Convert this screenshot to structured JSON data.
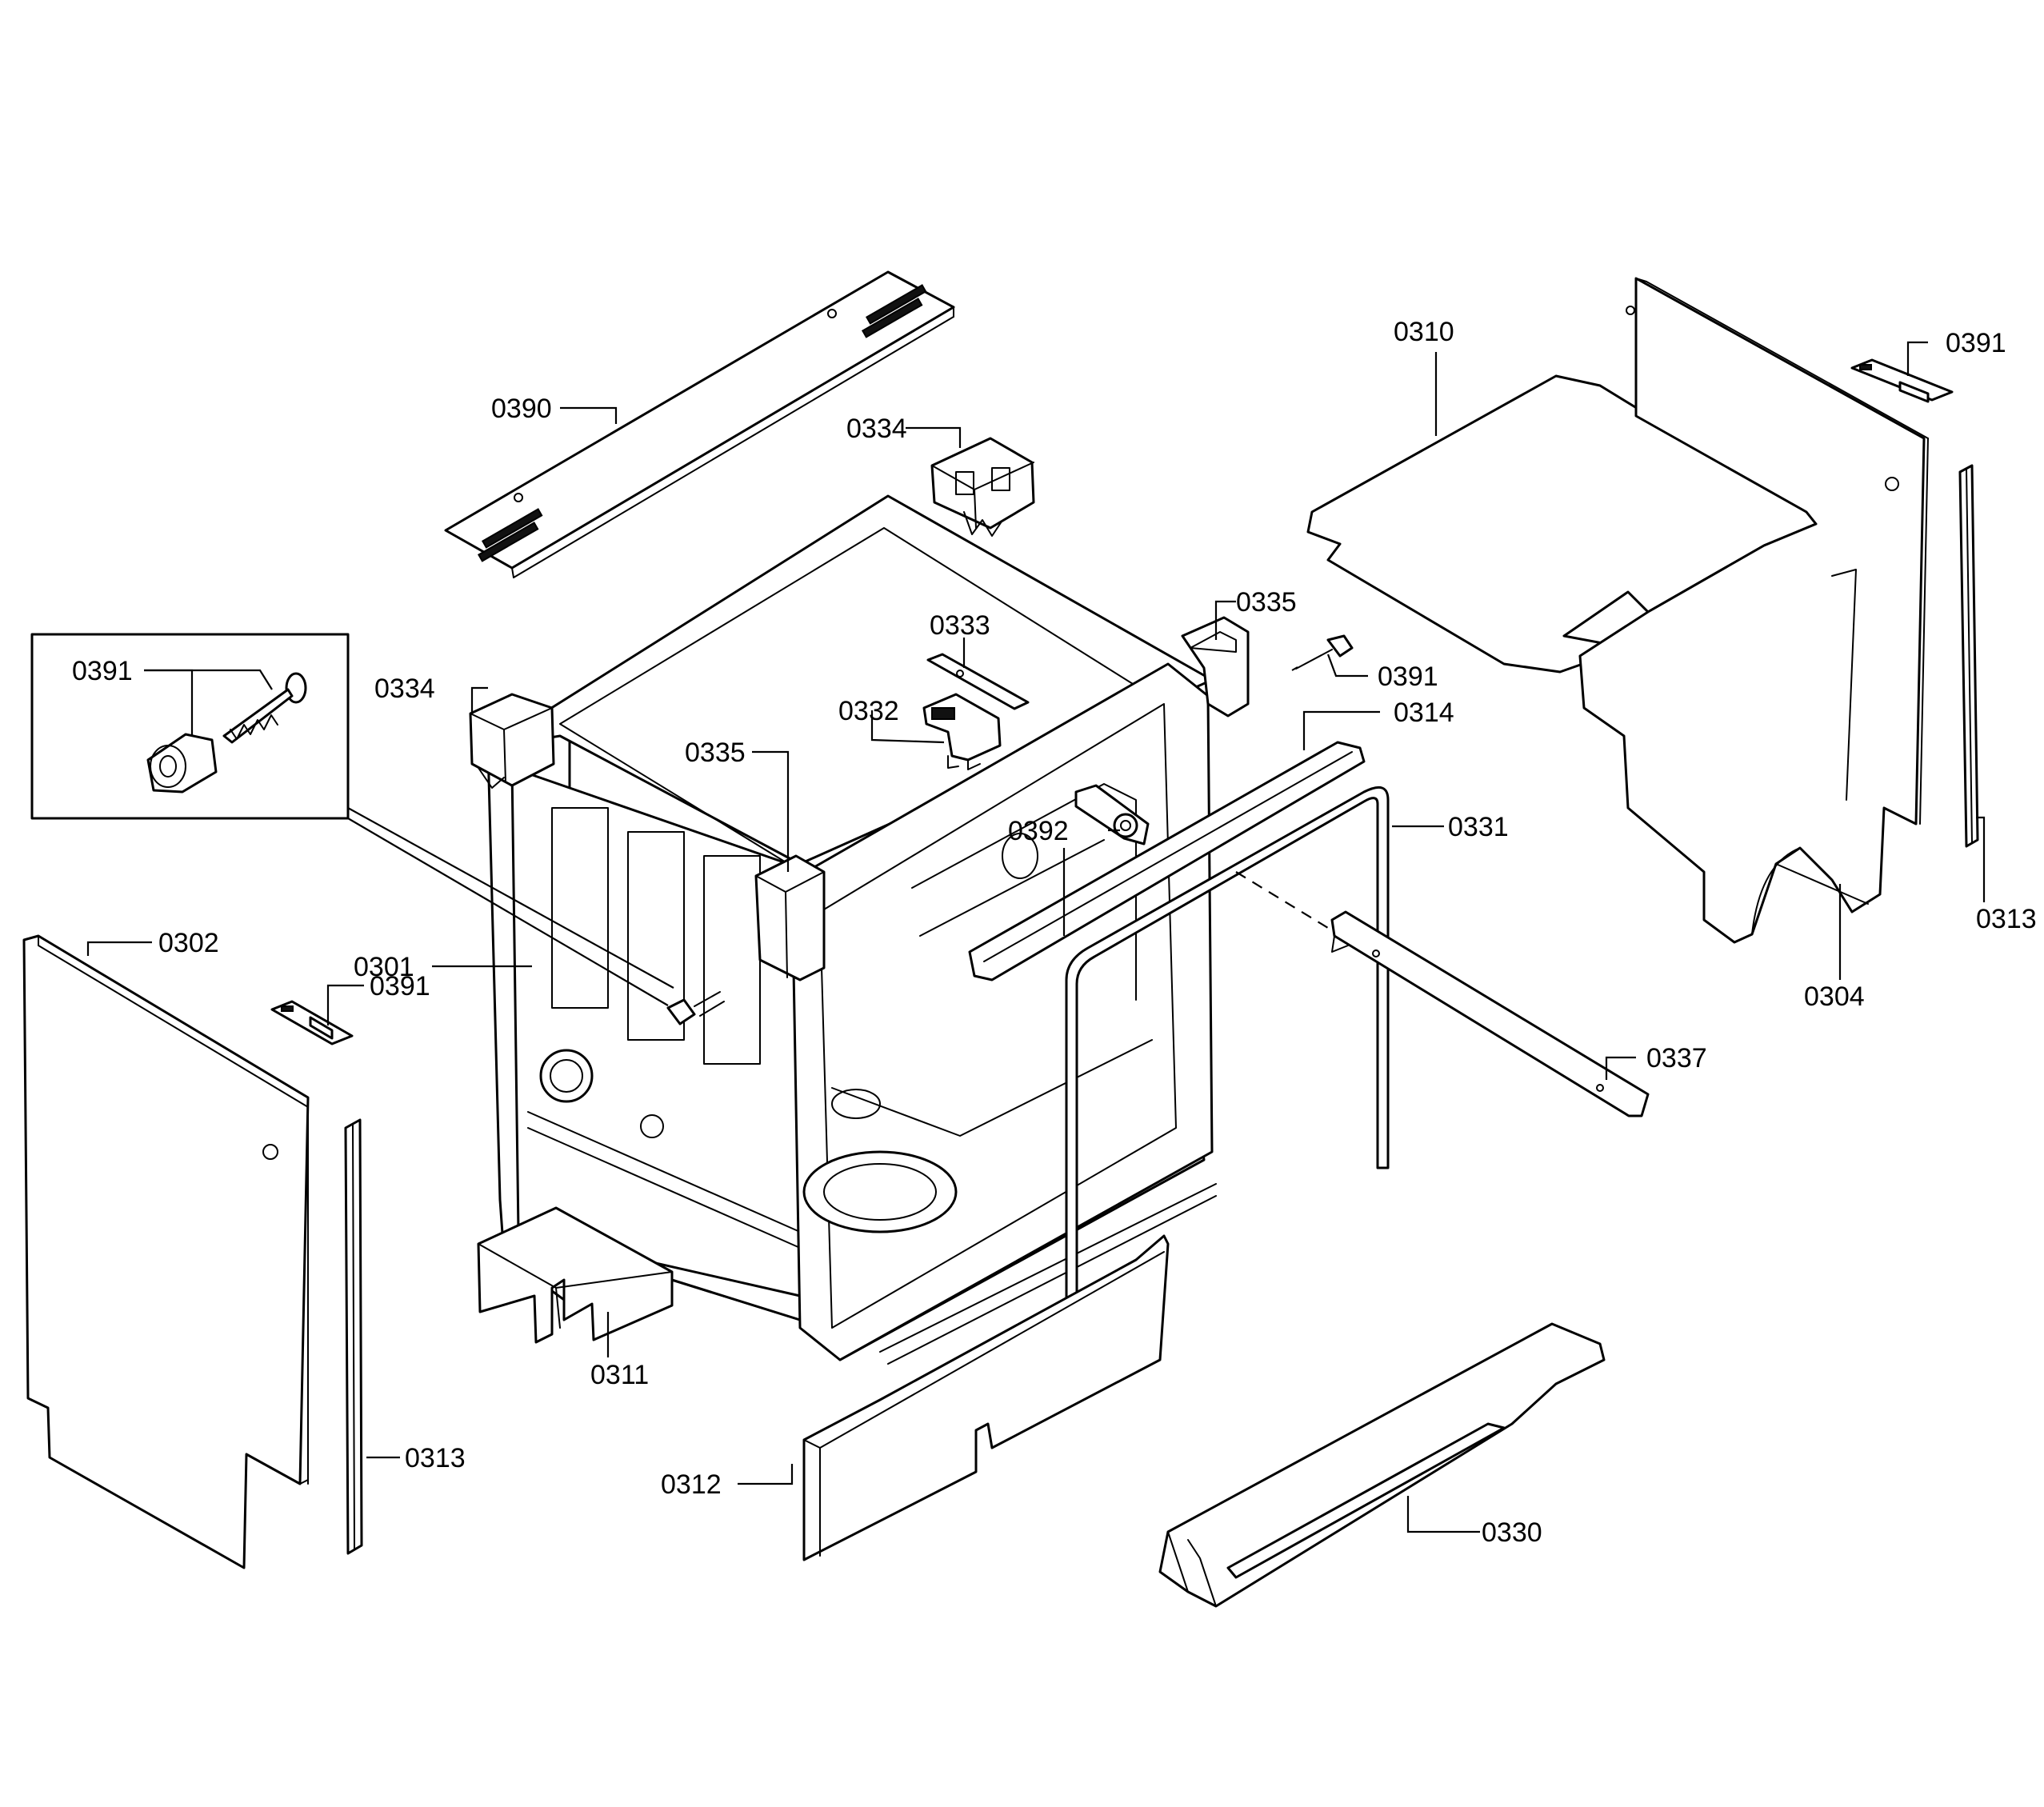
{
  "callouts": {
    "c0390": "0390",
    "c0334a": "0334",
    "c0310": "0310",
    "c0391a": "0391",
    "c0335a": "0335",
    "c0333": "0333",
    "c0391b": "0391",
    "c0334b": "0334",
    "c0332": "0332",
    "c0391c": "0391",
    "c0314": "0314",
    "c0335b": "0335",
    "c0392": "0392",
    "c0331": "0331",
    "c0313a": "0313",
    "c0302": "0302",
    "c0301": "0301",
    "c0391d": "0391",
    "c0304": "0304",
    "c0337": "0337",
    "c0311": "0311",
    "c0313b": "0313",
    "c0312": "0312",
    "c0330": "0330"
  }
}
